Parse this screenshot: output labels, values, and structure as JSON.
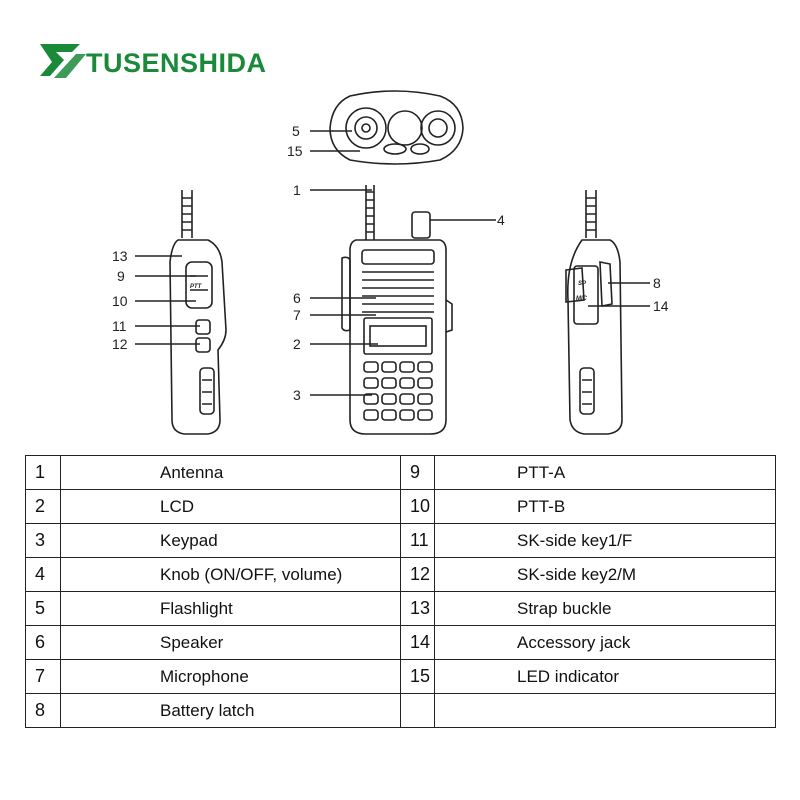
{
  "brand": {
    "name": "TUSENSHIDA",
    "color": "#1a8a3a"
  },
  "callouts": {
    "c1": "1",
    "c2": "2",
    "c3": "3",
    "c4": "4",
    "c5": "5",
    "c6": "6",
    "c7": "7",
    "c8": "8",
    "c9": "9",
    "c10": "10",
    "c11": "11",
    "c12": "12",
    "c13": "13",
    "c14": "14",
    "c15": "15"
  },
  "radio_key_labels": {
    "ptt": "PTT",
    "sp": "SP",
    "mic": "MIC"
  },
  "parts_table": {
    "rows": [
      {
        "left_num": "1",
        "left_label": "Antenna",
        "right_num": "9",
        "right_label": "PTT-A"
      },
      {
        "left_num": "2",
        "left_label": "LCD",
        "right_num": "10",
        "right_label": "PTT-B"
      },
      {
        "left_num": "3",
        "left_label": "Keypad",
        "right_num": "11",
        "right_label": "SK-side key1/F"
      },
      {
        "left_num": "4",
        "left_label": "Knob (ON/OFF, volume)",
        "right_num": "12",
        "right_label": "SK-side key2/M"
      },
      {
        "left_num": "5",
        "left_label": "Flashlight",
        "right_num": "13",
        "right_label": "Strap buckle"
      },
      {
        "left_num": "6",
        "left_label": "Speaker",
        "right_num": "14",
        "right_label": "Accessory jack"
      },
      {
        "left_num": "7",
        "left_label": "Microphone",
        "right_num": "15",
        "right_label": "LED indicator"
      },
      {
        "left_num": "8",
        "left_label": "Battery latch",
        "right_num": "",
        "right_label": ""
      }
    ]
  }
}
